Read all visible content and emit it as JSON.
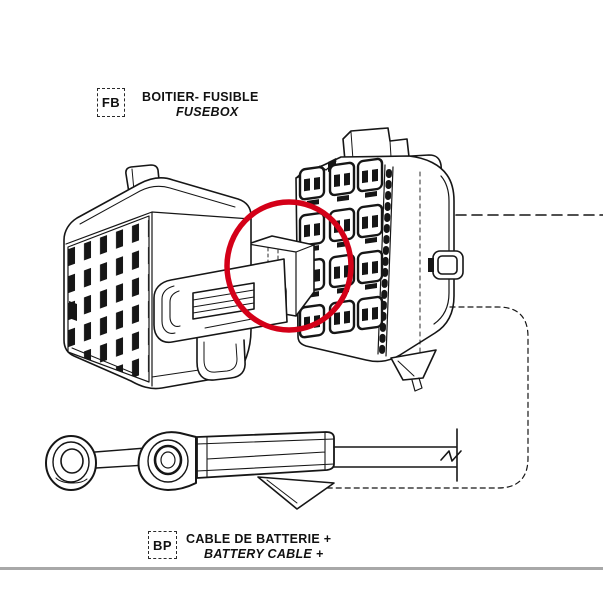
{
  "colors": {
    "highlight": "#d40018",
    "ink": "#161616",
    "divider": "#a8a8a8"
  },
  "callouts": {
    "fusebox": {
      "code": "FB",
      "name_fr": "BOITIER- FUSIBLE",
      "name_en": "FUSEBOX"
    },
    "battery_cable": {
      "code": "BP",
      "name_fr": "CABLE DE BATTERIE +",
      "name_en": "BATTERY CABLE +"
    }
  }
}
